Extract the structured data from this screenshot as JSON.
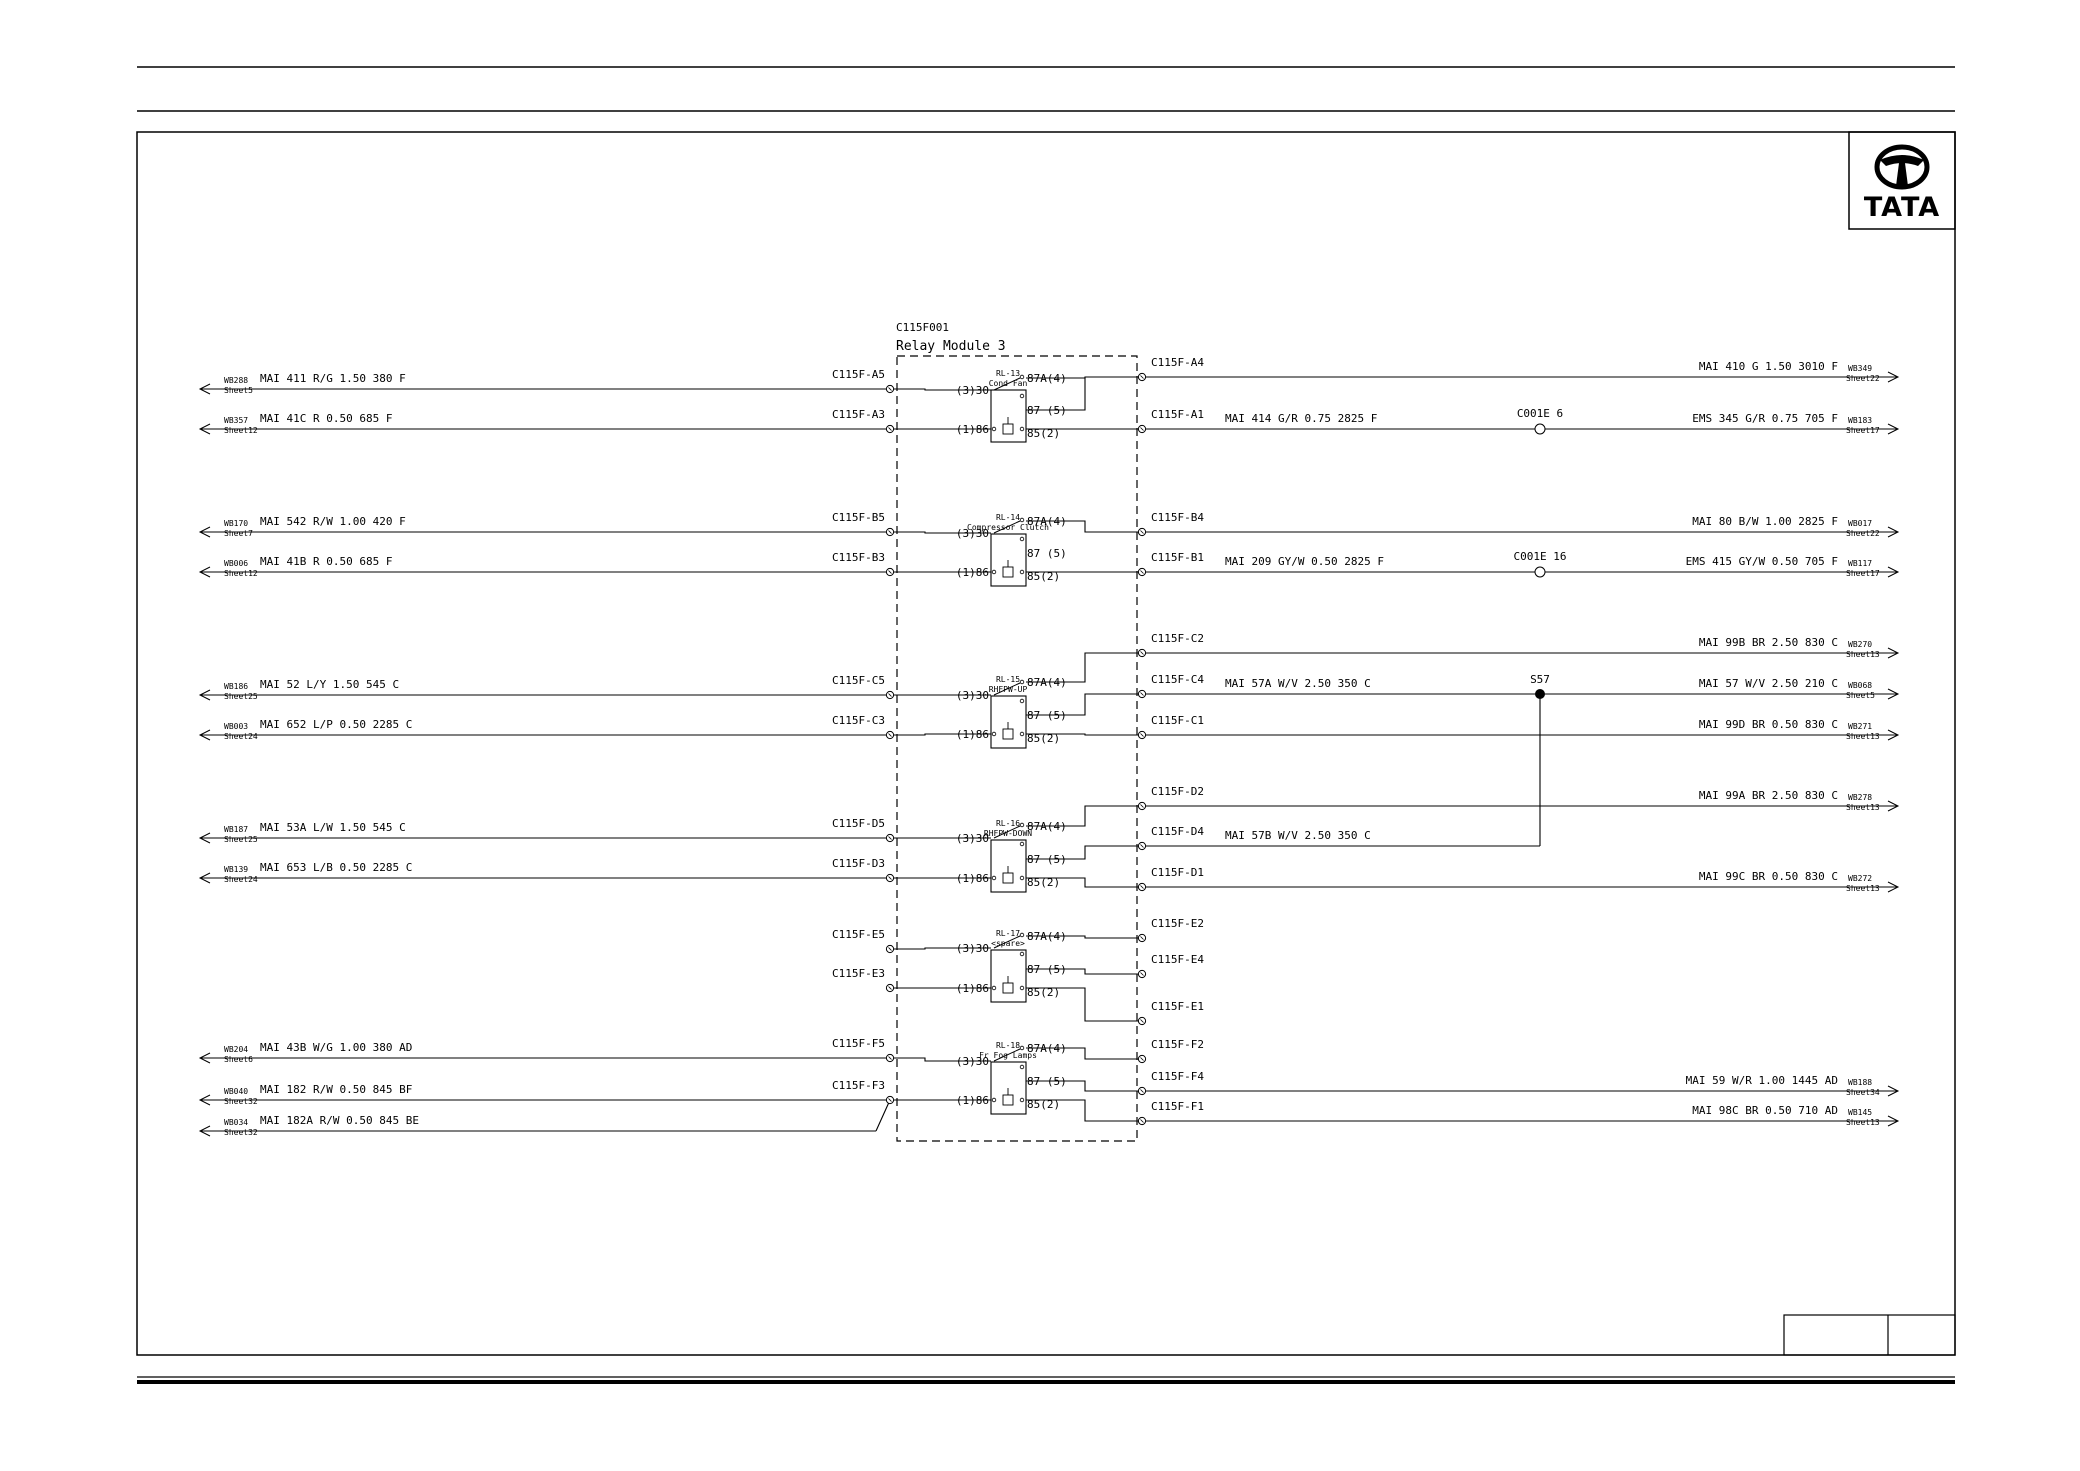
{
  "logo": {
    "text": "TATA"
  },
  "module": {
    "id": "C115F001",
    "title": "Relay Module 3"
  },
  "relays": [
    {
      "id": "RL-13",
      "name": "Cond Fan",
      "pins": {
        "p30": "(3)30",
        "p86": "(1)86",
        "p87a": "87A(4)",
        "p87": "87 (5)",
        "p85": "85(2)"
      }
    },
    {
      "id": "RL-14",
      "name": "Compressor Clutch",
      "pins": {
        "p30": "(3)30",
        "p86": "(1)86",
        "p87a": "87A(4)",
        "p87": "87 (5)",
        "p85": "85(2)"
      }
    },
    {
      "id": "RL-15",
      "name": "RHFPW-UP",
      "pins": {
        "p30": "(3)30",
        "p86": "(1)86",
        "p87a": "87A(4)",
        "p87": "87 (5)",
        "p85": "85(2)"
      }
    },
    {
      "id": "RL-16",
      "name": "RHFPW-DOWN",
      "pins": {
        "p30": "(3)30",
        "p86": "(1)86",
        "p87a": "87A(4)",
        "p87": "87 (5)",
        "p85": "85(2)"
      }
    },
    {
      "id": "RL-17",
      "name": "<spare>",
      "pins": {
        "p30": "(3)30",
        "p86": "(1)86",
        "p87a": "87A(4)",
        "p87": "87 (5)",
        "p85": "85(2)"
      }
    },
    {
      "id": "RL-18",
      "name": "Fr Fog Lamps",
      "pins": {
        "p30": "(3)30",
        "p86": "(1)86",
        "p87a": "87A(4)",
        "p87": "87 (5)",
        "p85": "85(2)"
      }
    }
  ],
  "left_terminals": [
    "C115F-A5",
    "C115F-A3",
    "C115F-B5",
    "C115F-B3",
    "C115F-C5",
    "C115F-C3",
    "C115F-D5",
    "C115F-D3",
    "C115F-E5",
    "C115F-E3",
    "C115F-F5",
    "C115F-F3"
  ],
  "right_terminals": [
    "C115F-A4",
    "C115F-A1",
    "C115F-B4",
    "C115F-B1",
    "C115F-C2",
    "C115F-C4",
    "C115F-C1",
    "C115F-D2",
    "C115F-D4",
    "C115F-D1",
    "C115F-E2",
    "C115F-E4",
    "C115F-E1",
    "C115F-F2",
    "C115F-F4",
    "C115F-F1"
  ],
  "left_wires": [
    {
      "label": "MAI  411  R/G  1.50  380  F",
      "ref": "WB288",
      "sheet": "Sheet5"
    },
    {
      "label": "MAI  41C  R  0.50  685  F",
      "ref": "WB357",
      "sheet": "Sheet12"
    },
    {
      "label": "MAI  542  R/W  1.00  420  F",
      "ref": "WB170",
      "sheet": "Sheet7"
    },
    {
      "label": "MAI  41B  R  0.50  685  F",
      "ref": "WB006",
      "sheet": "Sheet12"
    },
    {
      "label": "MAI  52  L/Y  1.50  545  C",
      "ref": "WB186",
      "sheet": "Sheet25"
    },
    {
      "label": "MAI  652  L/P  0.50  2285  C",
      "ref": "WB003",
      "sheet": "Sheet24"
    },
    {
      "label": "MAI  53A  L/W  1.50  545  C",
      "ref": "WB187",
      "sheet": "Sheet25"
    },
    {
      "label": "MAI  653  L/B  0.50  2285  C",
      "ref": "WB139",
      "sheet": "Sheet24"
    },
    {
      "label": "MAI  43B  W/G  1.00  380  AD",
      "ref": "WB204",
      "sheet": "Sheet6"
    },
    {
      "label": "MAI  182  R/W  0.50  845  BF",
      "ref": "WB040",
      "sheet": "Sheet32"
    },
    {
      "label": "MAI  182A  R/W  0.50  845  BE",
      "ref": "WB034",
      "sheet": "Sheet32"
    }
  ],
  "mid_wires": [
    "MAI  414  G/R  0.75  2825  F",
    "MAI  209  GY/W  0.50  2825  F",
    "MAI  57A  W/V  2.50  350  C",
    "MAI  57B  W/V  2.50  350  C"
  ],
  "connectors": [
    "C001E  6",
    "C001E  16"
  ],
  "splice": "S57",
  "right_wires": [
    {
      "label": "MAI  410  G  1.50  3010  F",
      "ref": "WB349",
      "sheet": "Sheet22"
    },
    {
      "label": "EMS  345  G/R  0.75  705  F",
      "ref": "WB183",
      "sheet": "Sheet17"
    },
    {
      "label": "MAI  80  B/W  1.00  2825  F",
      "ref": "WB017",
      "sheet": "Sheet22"
    },
    {
      "label": "EMS  415  GY/W  0.50  705  F",
      "ref": "WB117",
      "sheet": "Sheet17"
    },
    {
      "label": "MAI  99B  BR  2.50  830  C",
      "ref": "WB270",
      "sheet": "Sheet13"
    },
    {
      "label": "MAI  57  W/V  2.50  210  C",
      "ref": "WB068",
      "sheet": "Sheet5"
    },
    {
      "label": "MAI  99D  BR  0.50  830  C",
      "ref": "WB271",
      "sheet": "Sheet13"
    },
    {
      "label": "MAI  99A  BR  2.50  830  C",
      "ref": "WB278",
      "sheet": "Sheet13"
    },
    {
      "label": "MAI  99C  BR  0.50  830  C",
      "ref": "WB272",
      "sheet": "Sheet13"
    },
    {
      "label": "MAI  59  W/R  1.00  1445  AD",
      "ref": "WB188",
      "sheet": "Sheet34"
    },
    {
      "label": "MAI  98C  BR  0.50  710  AD",
      "ref": "WB145",
      "sheet": "Sheet13"
    }
  ]
}
